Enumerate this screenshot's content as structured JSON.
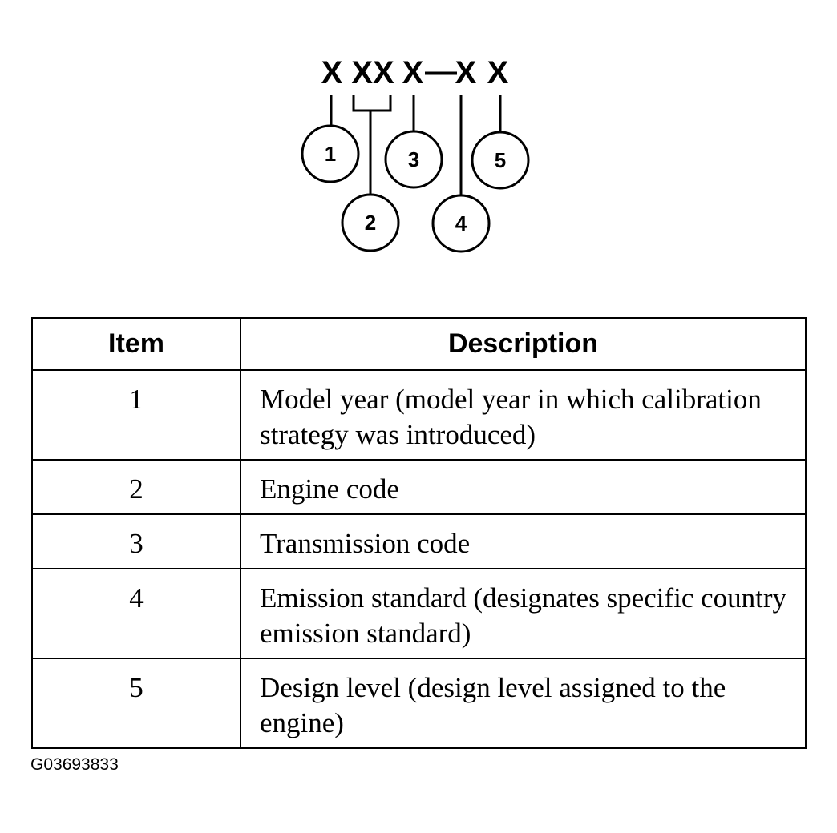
{
  "diagram": {
    "code_chars": [
      "X",
      "XX",
      "X",
      "—",
      "X",
      "X"
    ],
    "callouts": [
      "1",
      "2",
      "3",
      "4",
      "5"
    ]
  },
  "table": {
    "headers": {
      "item": "Item",
      "description": "Description"
    },
    "rows": [
      {
        "item": "1",
        "description": "Model year (model year in which calibration strategy was introduced)"
      },
      {
        "item": "2",
        "description": "Engine code"
      },
      {
        "item": "3",
        "description": "Transmission code"
      },
      {
        "item": "4",
        "description": "Emission standard (designates specific country emission standard)"
      },
      {
        "item": "5",
        "description": "Design level (design level assigned to the engine)"
      }
    ]
  },
  "figure_id": "G03693833"
}
